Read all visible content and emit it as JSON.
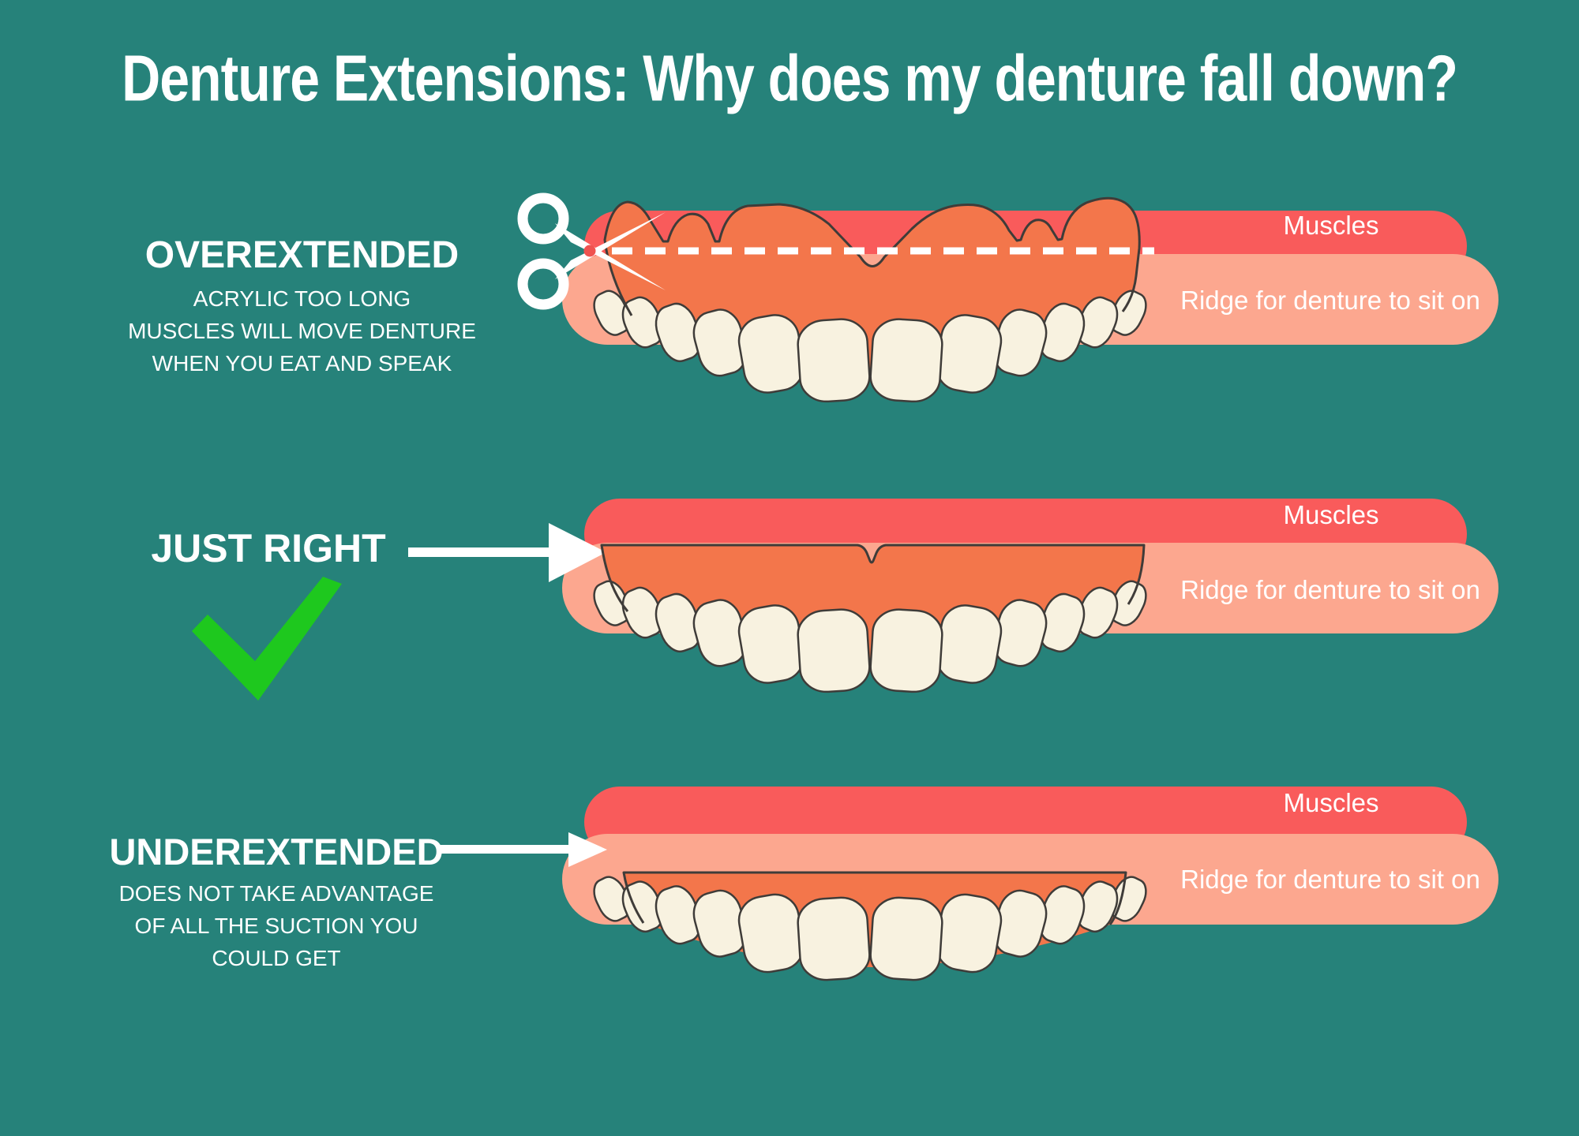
{
  "title": "Denture Extensions: Why does my denture fall down?",
  "colors": {
    "background": "#26827A",
    "muscles_bar": "#F95B5B",
    "ridge_bar": "#FCA78F",
    "gum": "#F3764B",
    "teeth": "#F8F2E0",
    "outline": "#3F3C39",
    "check_green": "#1EC81E",
    "text": "#FFFFFF",
    "pivot_dot": "#EF5350"
  },
  "icons": {
    "scissors": "scissors-icon",
    "cut_line": "dashed-cut-line",
    "check": "check-icon",
    "arrow": "arrow-icon"
  },
  "sections": [
    {
      "heading": "OVEREXTENDED",
      "description_lines": [
        "ACRYLIC TOO LONG",
        "MUSCLES WILL MOVE DENTURE",
        "WHEN YOU EAT AND SPEAK"
      ],
      "muscles_label": "Muscles",
      "ridge_label": "Ridge for denture to sit on"
    },
    {
      "heading": "JUST RIGHT",
      "description_lines": [],
      "muscles_label": "Muscles",
      "ridge_label": "Ridge for denture to sit on"
    },
    {
      "heading": "UNDEREXTENDED",
      "description_lines": [
        "DOES NOT TAKE ADVANTAGE",
        "OF ALL THE SUCTION YOU",
        "COULD GET"
      ],
      "muscles_label": "Muscles",
      "ridge_label": "Ridge for denture to sit on"
    }
  ]
}
